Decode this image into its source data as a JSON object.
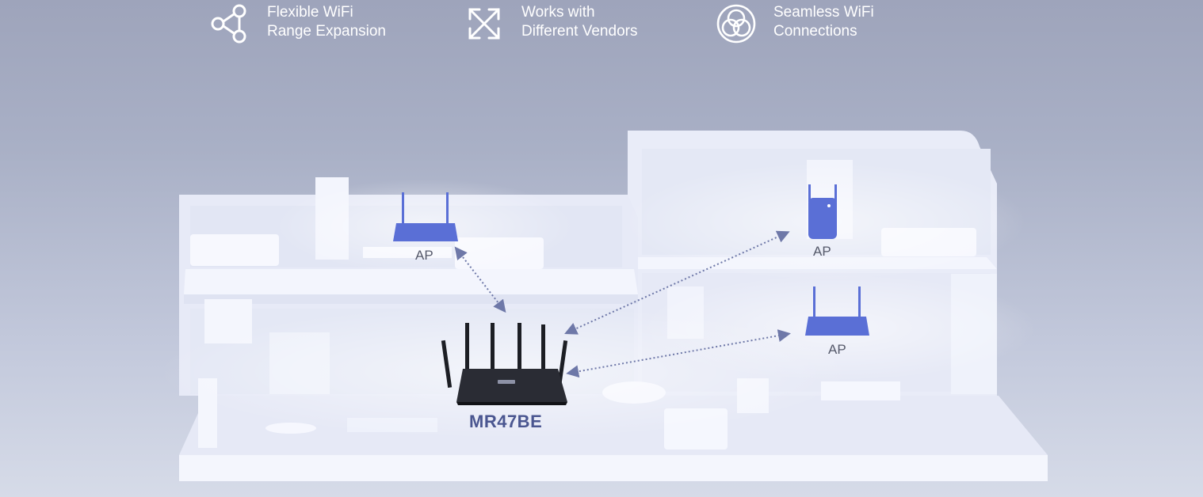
{
  "features": [
    {
      "icon": "share-nodes-icon",
      "line1": "Flexible WiFi",
      "line2": "Range Expansion"
    },
    {
      "icon": "expand-arrows-icon",
      "line1": "Works with",
      "line2": "Different Vendors"
    },
    {
      "icon": "overlapping-circles-icon",
      "line1": "Seamless WiFi",
      "line2": "Connections"
    }
  ],
  "diagram": {
    "main_router_label": "MR47BE",
    "access_points": [
      {
        "label": "AP",
        "device": "router",
        "floor": "upper-left"
      },
      {
        "label": "AP",
        "device": "wall-plug extender",
        "floor": "upper-right"
      },
      {
        "label": "AP",
        "device": "router",
        "floor": "mezzanine-right"
      }
    ]
  },
  "colors": {
    "accent": "#5a6fd6",
    "model_text": "#4a5690",
    "link_dots": "#6e78a8",
    "house": "#edf0fb"
  }
}
